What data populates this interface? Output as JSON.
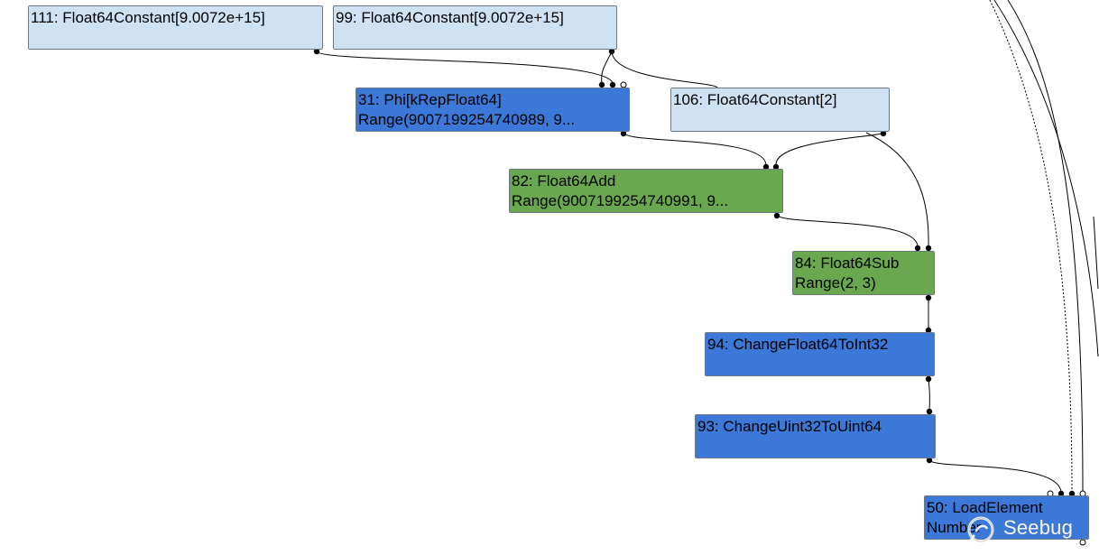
{
  "nodes": {
    "n111": {
      "line1": "111: Float64Constant[9.0072e+15]"
    },
    "n99": {
      "line1": "99: Float64Constant[9.0072e+15]"
    },
    "n31": {
      "line1": "31: Phi[kRepFloat64]",
      "line2": "Range(9007199254740989, 9..."
    },
    "n106": {
      "line1": "106: Float64Constant[2]"
    },
    "n82": {
      "line1": "82: Float64Add",
      "line2": "Range(9007199254740991, 9..."
    },
    "n84": {
      "line1": "84: Float64Sub",
      "line2": "Range(2, 3)"
    },
    "n94": {
      "line1": "94: ChangeFloat64ToInt32"
    },
    "n93": {
      "line1": "93: ChangeUint32ToUint64"
    },
    "n50": {
      "line1": "50: LoadElement",
      "line2": "Number"
    }
  },
  "colors": {
    "constant": "#cfe2f3",
    "operation": "#3c78d8",
    "arithmetic": "#6aa84f",
    "edge": "#000000"
  },
  "watermark": {
    "text": "Seebug",
    "icon": "seebug-logo-icon"
  }
}
